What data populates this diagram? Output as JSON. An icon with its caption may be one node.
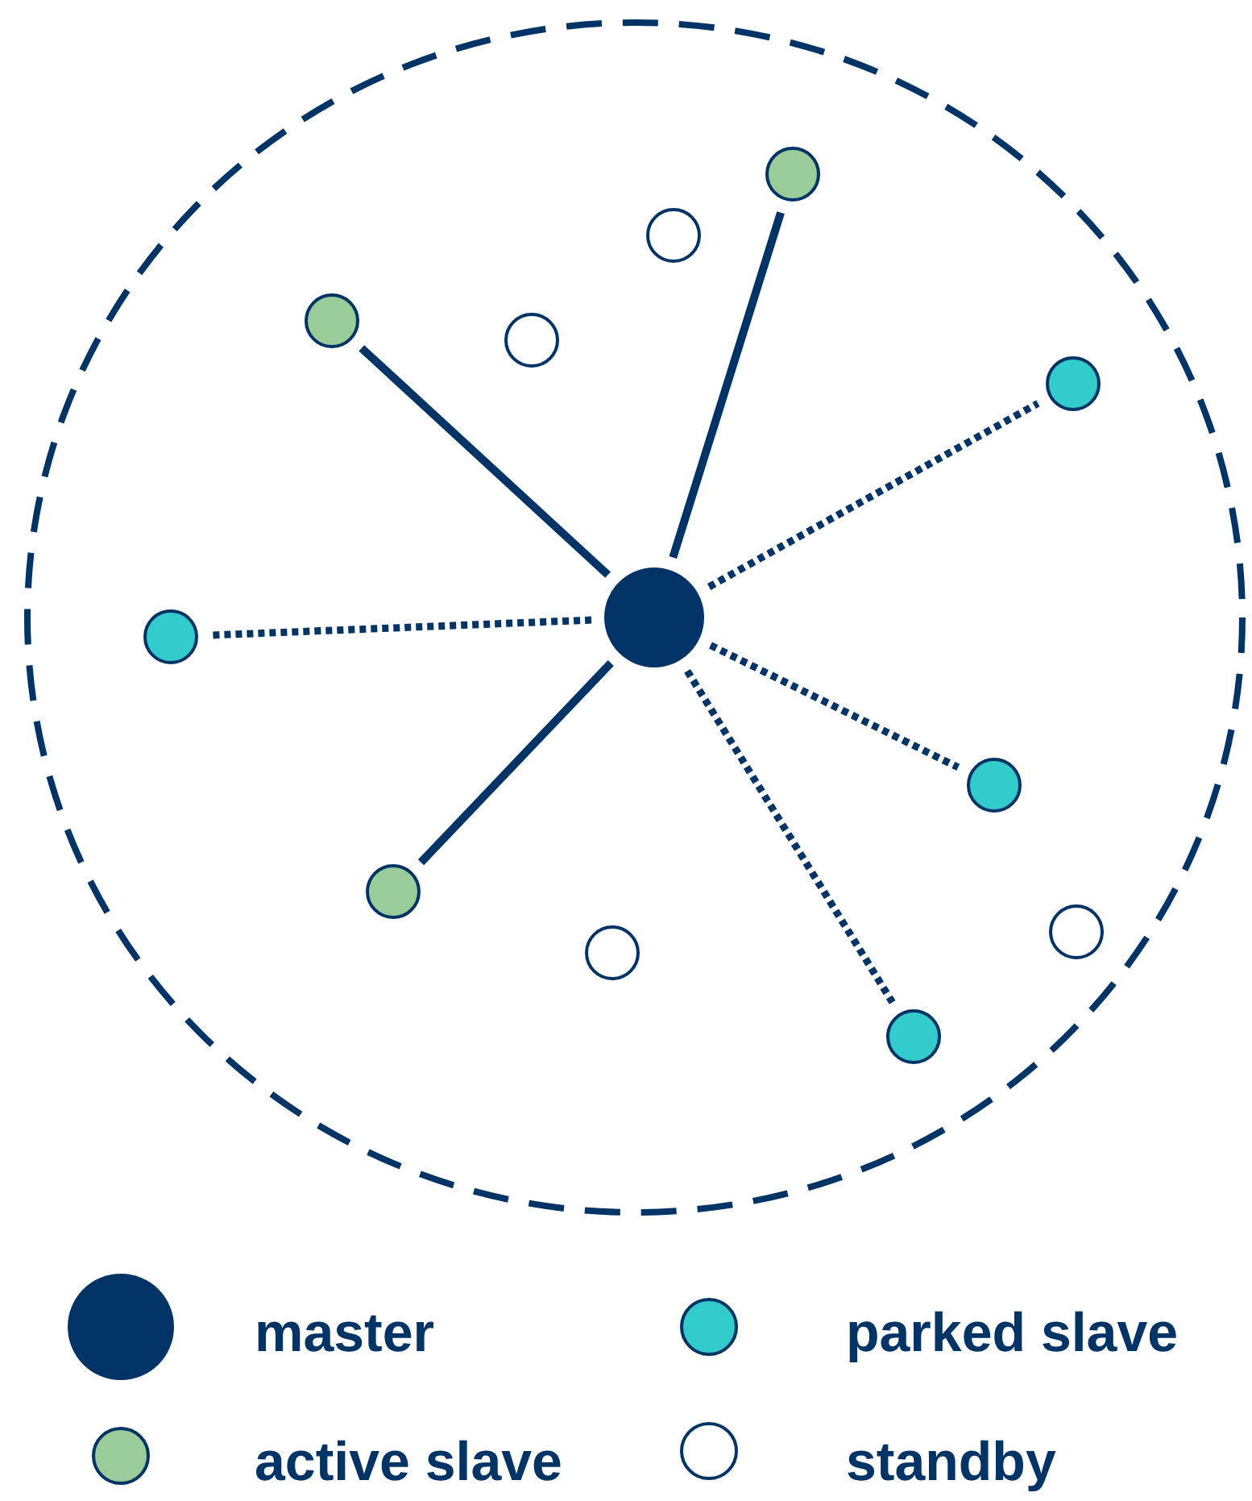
{
  "diagram": {
    "nodes": [
      {
        "text": [],
        "shape": "circle"
      },
      {
        "text": [],
        "shape": "circle",
        "in": 0
      },
      {
        "text": [],
        "shape": "circle",
        "in": 0
      },
      {
        "text": [],
        "shape": "circle",
        "in": 0
      },
      {
        "text": [],
        "shape": "circle",
        "in": 0
      },
      {
        "text": [],
        "shape": "circle",
        "in": 0
      },
      {
        "text": [],
        "shape": "circle",
        "in": 0
      },
      {
        "text": [],
        "shape": "circle",
        "in": 0
      },
      {
        "text": [],
        "shape": "circle",
        "in": 0
      },
      {
        "text": [],
        "shape": "circle",
        "in": 0
      },
      {
        "text": [],
        "shape": "circle",
        "in": 0
      },
      {
        "text": [],
        "shape": "circle",
        "in": 0
      },
      {
        "text": [],
        "shape": "circle",
        "in": 0
      }
    ],
    "edges": [
      {
        "from": 6,
        "to": 1,
        "arrow": "none"
      },
      {
        "from": 6,
        "to": 3,
        "arrow": "none"
      },
      {
        "from": 6,
        "to": 5,
        "arrow": "none",
        "style": "dashed"
      },
      {
        "from": 6,
        "to": 7,
        "arrow": "none",
        "style": "dashed"
      },
      {
        "from": 6,
        "to": 8,
        "arrow": "none",
        "style": "dashed"
      },
      {
        "from": 6,
        "to": 9,
        "arrow": "none"
      },
      {
        "from": 6,
        "to": 12,
        "arrow": "none",
        "style": "dashed"
      }
    ],
    "legend": [
      {
        "text": "master",
        "color": "#003366"
      },
      {
        "text": "parked slave",
        "color": "#33cccc"
      },
      {
        "text": "active slave",
        "color": "#99cc99"
      },
      {
        "text": "standby",
        "color": "#ffffff"
      }
    ]
  }
}
